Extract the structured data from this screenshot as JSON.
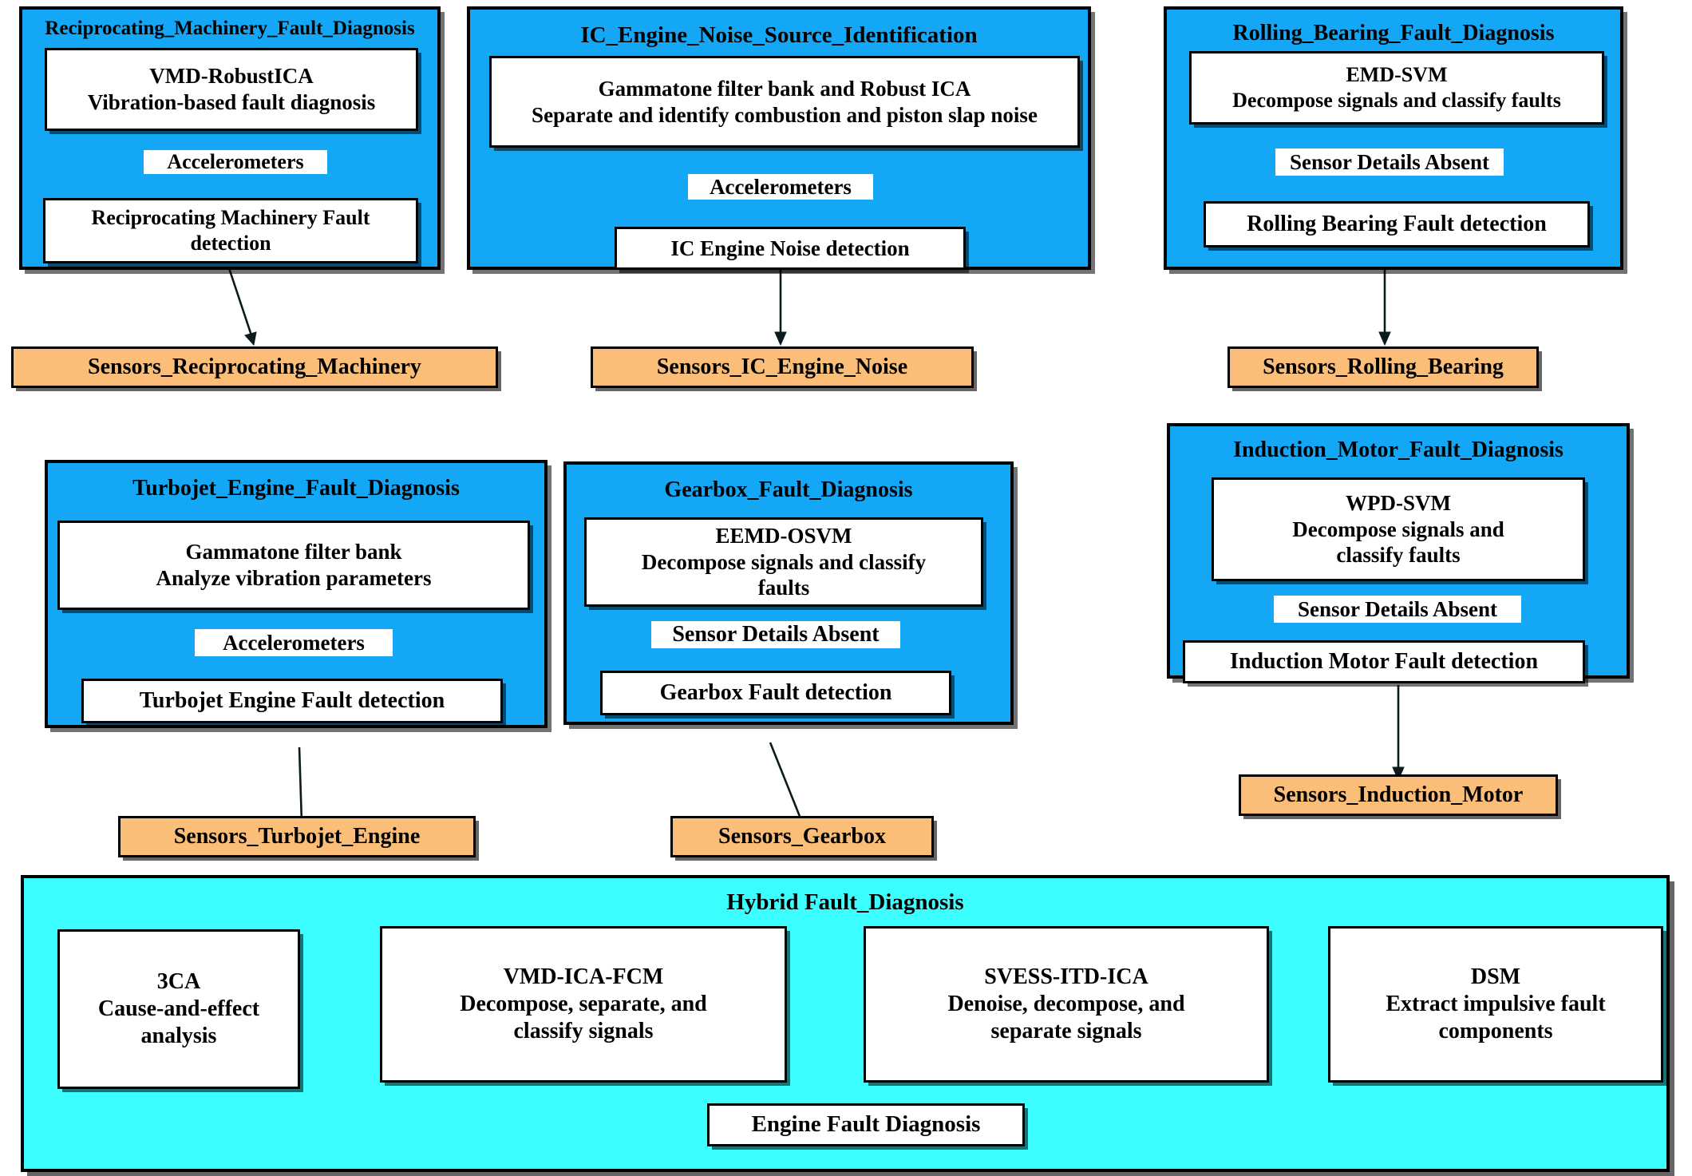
{
  "diagram": {
    "title_hybrid": "Hybrid Fault_Diagnosis",
    "clusters": [
      {
        "id": "reciprocating",
        "title": "Reciprocating_Machinery_Fault_Diagnosis",
        "method": "VMD-RobustICA",
        "method_desc": "Vibration-based fault diagnosis",
        "edge_label": "Accelerometers",
        "detection": "Reciprocating Machinery Fault",
        "detection2": "detection",
        "sensor": "Sensors_Reciprocating_Machinery"
      },
      {
        "id": "ic_engine",
        "title": "IC_Engine_Noise_Source_Identification",
        "method": "Gammatone filter bank and Robust ICA",
        "method_desc": "Separate and identify combustion and piston slap noise",
        "edge_label": "Accelerometers",
        "detection": "IC Engine Noise detection",
        "detection2": "",
        "sensor": "Sensors_IC_Engine_Noise"
      },
      {
        "id": "rolling_bearing",
        "title": "Rolling_Bearing_Fault_Diagnosis",
        "method": "EMD-SVM",
        "method_desc": "Decompose signals and classify faults",
        "edge_label": "Sensor Details Absent",
        "detection": "Rolling Bearing Fault detection",
        "detection2": "",
        "sensor": "Sensors_Rolling_Bearing"
      },
      {
        "id": "turbojet",
        "title": "Turbojet_Engine_Fault_Diagnosis",
        "method": "Gammatone filter bank",
        "method_desc": "Analyze vibration parameters",
        "edge_label": "Accelerometers",
        "detection": "Turbojet Engine Fault detection",
        "detection2": "",
        "sensor": "Sensors_Turbojet_Engine"
      },
      {
        "id": "gearbox",
        "title": "Gearbox_Fault_Diagnosis",
        "method": "EEMD-OSVM",
        "method_desc": "Decompose signals and classify",
        "method_desc2": "faults",
        "edge_label": "Sensor Details Absent",
        "detection": "Gearbox Fault detection",
        "detection2": "",
        "sensor": "Sensors_Gearbox"
      },
      {
        "id": "induction_motor",
        "title": "Induction_Motor_Fault_Diagnosis",
        "method": "WPD-SVM",
        "method_desc": "Decompose signals and",
        "method_desc2": "classify faults",
        "edge_label": "Sensor Details Absent",
        "detection": "Induction Motor Fault detection",
        "detection2": "",
        "sensor": "Sensors_Induction_Motor"
      }
    ],
    "hybrid": {
      "nodes": [
        {
          "name": "3CA",
          "desc": "Cause-and-effect",
          "desc2": "analysis"
        },
        {
          "name": "VMD-ICA-FCM",
          "desc": "Decompose, separate, and",
          "desc2": "classify signals"
        },
        {
          "name": "SVESS-ITD-ICA",
          "desc": "Denoise, decompose, and",
          "desc2": "separate signals"
        },
        {
          "name": "DSM",
          "desc": "Extract impulsive fault",
          "desc2": "components"
        }
      ],
      "target": "Engine Fault Diagnosis"
    },
    "colors": {
      "cluster_blue": "#14A7F5",
      "cluster_cyan": "#3DFEFE",
      "sensor_orange": "#FABE78",
      "node_white": "#FFFFFF",
      "stroke_black": "#000000"
    }
  }
}
